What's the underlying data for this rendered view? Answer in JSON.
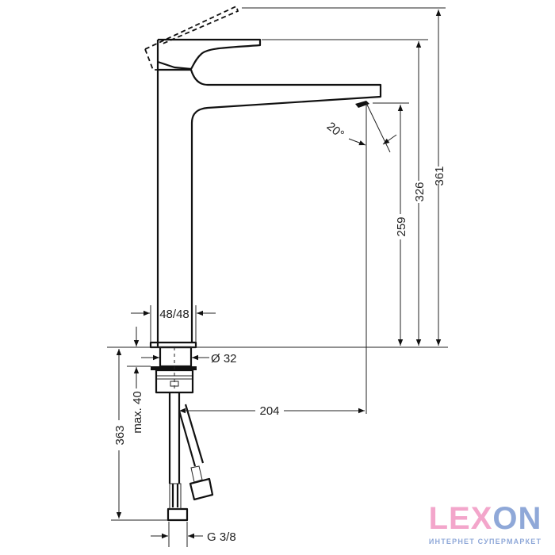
{
  "drawing": {
    "dimensions": {
      "total_height": "361",
      "lever_height": "326",
      "spout_height": "259",
      "spray_angle": "20°",
      "reach": "204",
      "body_width": "48/48",
      "hole_diameter": "Ø 32",
      "hose_length": "363",
      "max_thickness": "max. 40",
      "connection": "G 3/8"
    }
  },
  "logo": {
    "text_pink": "LEX",
    "text_blue": "ON",
    "tagline": "ИНТЕРНЕТ СУПЕРМАРКЕТ",
    "pink": "#f3a6cb",
    "blue": "#8fa8d8"
  }
}
